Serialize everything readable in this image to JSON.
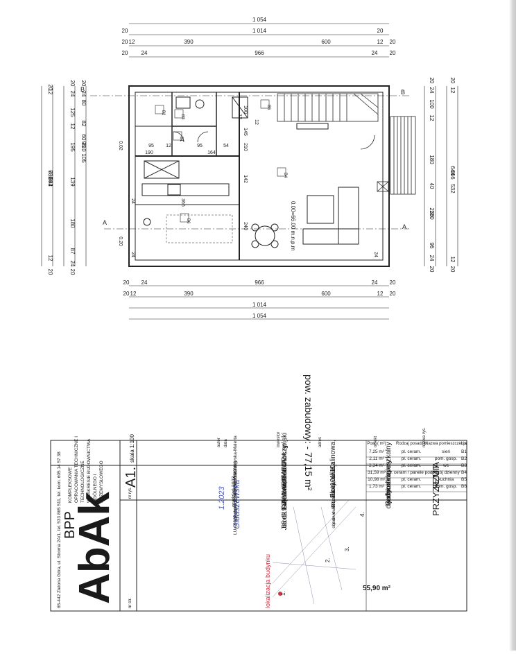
{
  "dims": {
    "top": [
      "1 054",
      "20",
      "1 014",
      "20",
      "20",
      "12",
      "390",
      "600",
      "12",
      "20",
      "20",
      "24",
      "966",
      "24",
      "20"
    ],
    "bottom": [
      "20",
      "24",
      "966",
      "24",
      "20",
      "20",
      "12",
      "390",
      "600",
      "12",
      "20",
      "1 014",
      "1 054"
    ],
    "left_chain_a": [
      "20",
      "24",
      "125",
      "12",
      "195",
      "139",
      "180",
      "87",
      "24",
      "20"
    ],
    "left_chain_b": [
      "20",
      "24",
      "80",
      "82",
      "60",
      "95",
      "210",
      "105"
    ],
    "left_totals": [
      "732",
      "692",
      "680",
      "644",
      "20",
      "12",
      "12",
      "20"
    ],
    "right_chain": [
      "20",
      "24",
      "100",
      "12",
      "180",
      "40",
      "180",
      "230",
      "96",
      "24",
      "20"
    ],
    "right_totals": [
      "20",
      "12",
      "644",
      "666",
      "532",
      "12",
      "20"
    ],
    "interior": [
      "190",
      "95",
      "12",
      "95",
      "54",
      "164",
      "145",
      "12",
      "210",
      "142",
      "366",
      "240",
      "100",
      "0.02",
      "12",
      "0.20",
      "24",
      "24",
      "24"
    ]
  },
  "section_marks": {
    "a": "A",
    "b": "B"
  },
  "room_tags": [
    "B2",
    "B3",
    "B1",
    "B6",
    "B4",
    "B5"
  ],
  "level_label": "0.00=66.00 m.n.p.m",
  "built_area_label": "pow. zabudowy: - 77,15 m²",
  "rooms_table": {
    "headers": [
      "Lp.",
      "Nazwa pomieszczenia",
      "Rodzaj posadzki",
      "Pow. ( m²)"
    ],
    "rows": [
      [
        "B1",
        "sień",
        "pl. ceram.",
        "7,25 m²"
      ],
      [
        "B2",
        "pom. gosp.",
        "pl. ceram.",
        "2,11 m²"
      ],
      [
        "B3",
        "wc",
        "pl. ceram.",
        "2,34 m²"
      ],
      [
        "B4",
        "pokój dzienny",
        "pl. ceram / panele podł.",
        "31,59 m²"
      ],
      [
        "B5",
        "kuchnia",
        "pl. ceram.",
        "10,98 m²"
      ],
      [
        "B6",
        "pom. gosp.",
        "pl. ceram.",
        "1,73 m²"
      ]
    ],
    "total": "55,90 m²"
  },
  "location": {
    "title": "lokalizacja budynku",
    "markers": [
      "1.",
      "2.",
      "3.",
      "4."
    ]
  },
  "title_block": {
    "labels": {
      "project": "nazwa rys.",
      "object": "obiekt",
      "address": "adres",
      "investor": "inwestor",
      "date": "data",
      "author": "autor",
      "scale": "skala 1:100",
      "drawing_no": "nr rys.",
      "sheet_no": "nr str."
    },
    "drawing_name": [
      "RZUT",
      "PRZYZIEMIA"
    ],
    "object": [
      "Budynek mieszkalny",
      "jednorodzinny",
      "dwulokalowy"
    ],
    "address": [
      "m. Płoty, ul. Kalinowa,",
      "dz. 101/11"
    ],
    "address_small": [
      "jedn. ewid. Czerwieńsk 080805_5",
      "obr. ewid. Płoty 0036-dz. 101/11"
    ],
    "investor": [
      "GAJA ARMATURA sp.j.",
      "Jacek Frątczak,Piotr Turczyński",
      "ul. Sulechowska 4A",
      "65-119 Zielona Góra"
    ],
    "date": "grudzień 2023",
    "author": [
      "mgr inż. arch. M. Gidaszewska-Malerta",
      "upr. bud. LO/4/4/3/2013/GW",
      "(w specjalności architektonicznej)",
      "LU - 0162"
    ],
    "signature": "Gidaszewska",
    "drawing_no": "A1.",
    "stamp": "1.2023"
  },
  "company": {
    "logo": "AbAk",
    "bpp": "BPP",
    "tagline": [
      "KOMPLEKSOWE",
      "OPRACOWANIA TECHNICZNE I",
      "TECHNOLOGICZNE",
      "W ZAKRESIE BUDOWNICTWA",
      "OGÓLNEGO I",
      "PRZEMYSŁOWEGO"
    ],
    "address": "65-442 Zielona Góra, ul. Stroma 2A/1, tel. 533 865 511, tel. kom. 605 14 57 38"
  },
  "colors": {
    "ink": "#1a1a1a",
    "stamp": "#cc3344",
    "pen": "#4a5ab8"
  }
}
